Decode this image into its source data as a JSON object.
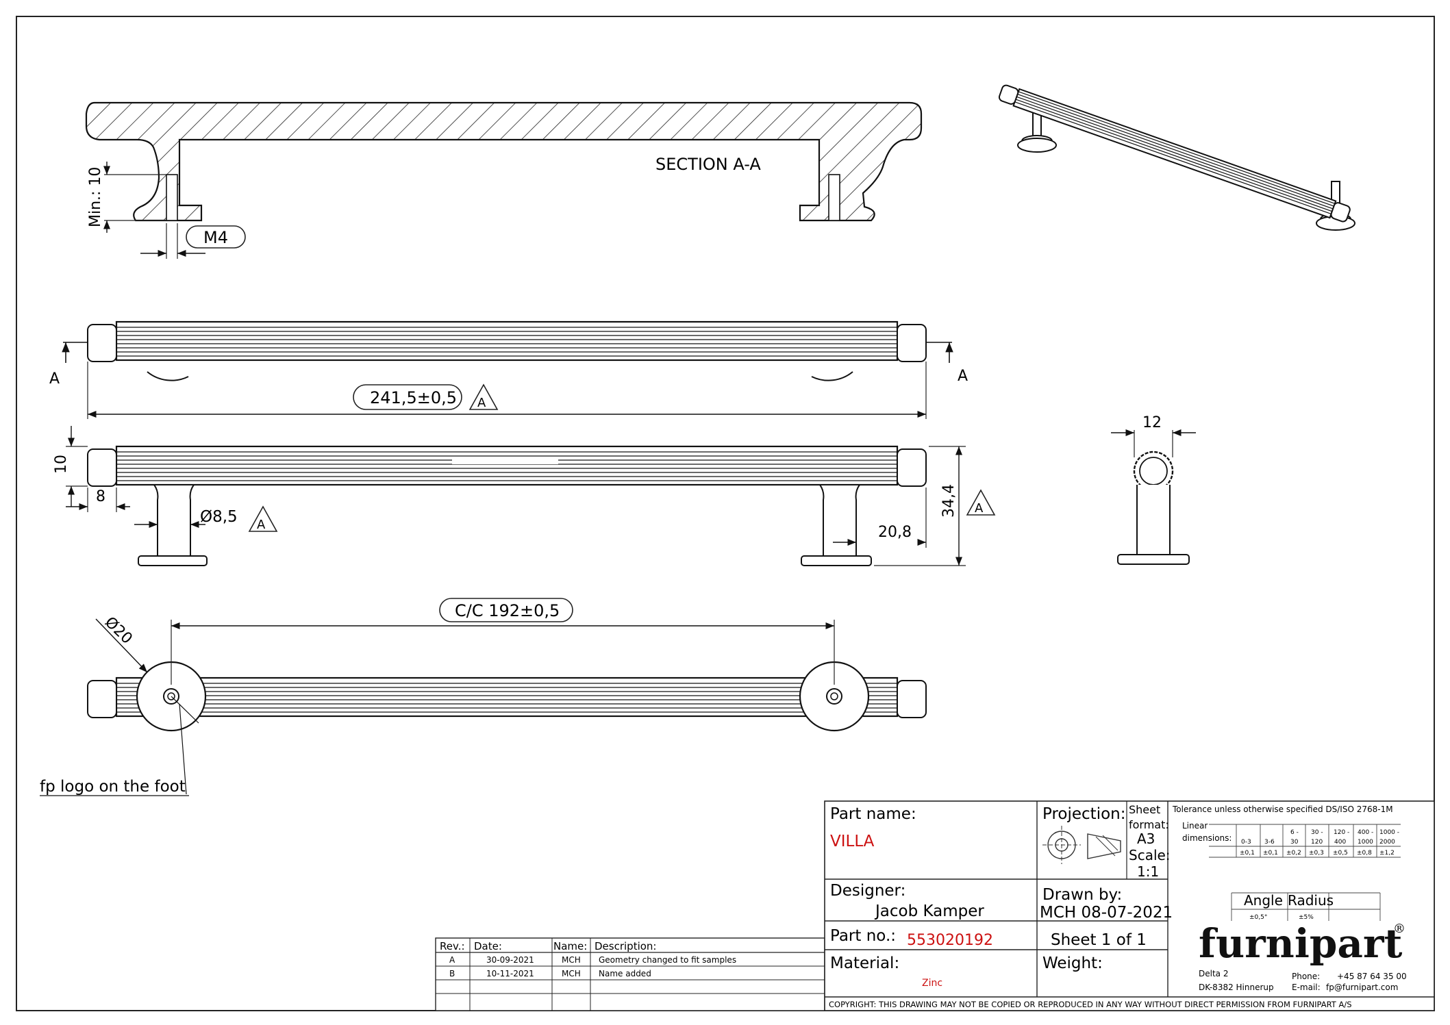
{
  "drawing": {
    "section_label": "SECTION A-A",
    "section_marker": "A",
    "dim_min_thread": "Min.: 10",
    "thread": "M4",
    "dim_length": "241,5±0,5",
    "datum": "A",
    "dim_height_end": "10",
    "dim_end_length": "8",
    "dim_post_dia": "Ø8,5",
    "dim_post_offset": "20,8",
    "dim_total_height": "34,4",
    "dim_width": "12",
    "dim_cc": "C/C 192±0,5",
    "dim_foot_dia": "Ø20",
    "note_logo": "fp logo on the foot"
  },
  "revisions": {
    "headers": [
      "Rev.:",
      "Date:",
      "Name:",
      "Description:"
    ],
    "rows": [
      [
        "A",
        "30-09-2021",
        "MCH",
        "Geometry changed to fit samples"
      ],
      [
        "B",
        "10-11-2021",
        "MCH",
        "Name added"
      ]
    ]
  },
  "title_block": {
    "part_name_label": "Part name:",
    "part_name": "VILLA",
    "projection_label": "Projection:",
    "sheet_format_label1": "Sheet",
    "sheet_format_label2": "format:",
    "sheet_format": "A3",
    "scale_label": "Scale:",
    "scale": "1:1",
    "tolerance_title": "Tolerance unless otherwise specified DS/ISO 2768-1M",
    "linear_label1": "Linear",
    "linear_label2": "dimensions:",
    "tol_ranges_top": [
      "",
      "",
      "6 -",
      "30 -",
      "120 -",
      "400 -",
      "1000 -"
    ],
    "tol_ranges_bottom": [
      "0-3",
      "3-6",
      "30",
      "120",
      "400",
      "1000",
      "2000"
    ],
    "tol_values": [
      "±0,1",
      "±0,1",
      "±0,2",
      "±0,3",
      "±0,5",
      "±0,8",
      "±1,2"
    ],
    "angle_label": "Angle",
    "radius_label": "Radius",
    "angle_value": "±0,5°",
    "radius_value": "±5%",
    "designer_label": "Designer:",
    "designer": "Jacob Kamper",
    "drawn_by_label": "Drawn by:",
    "drawn_by": "MCH 08-07-2021",
    "part_no_label": "Part no.:",
    "part_no": "553020192",
    "sheet_label": "Sheet 1 of 1",
    "material_label": "Material:",
    "material": "Zinc",
    "weight_label": "Weight:",
    "company": "furnipart",
    "registered": "®",
    "address1": "Delta 2",
    "address2": "DK-8382 Hinnerup",
    "phone_label": "Phone:",
    "phone": "+45 87 64 35 00",
    "email_label": "E-mail:",
    "email": "fp@furnipart.com",
    "copyright": "COPYRIGHT: THIS DRAWING MAY NOT BE COPIED OR REPRODUCED IN ANY WAY WITHOUT DIRECT PERMISSION FROM FURNIPART A/S"
  }
}
